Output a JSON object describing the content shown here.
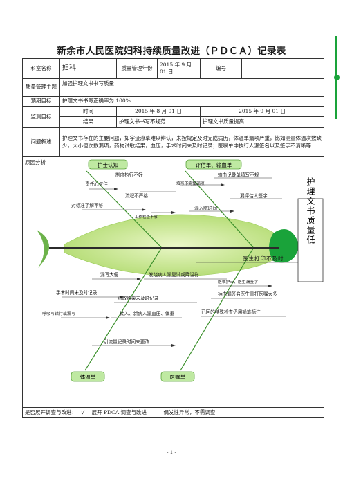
{
  "title": "新余市人民医院妇科持续质量改进（ＰＤＣＡ）记录表",
  "header": {
    "dept_label": "科室名称",
    "dept_value": "妇科",
    "month_label": "质量管理年份",
    "month_value": "2015 年 9 月 01 日",
    "number_label": "编号",
    "number_value": ""
  },
  "theme": {
    "label": "质量管理主题",
    "value": "加强护理文书书写质量"
  },
  "goal": {
    "label": "预期目标",
    "value": "护理文书书写正确率为 100%"
  },
  "monitor": {
    "label": "监测目标",
    "time_label": "时间",
    "time_start": "2015 年 8 月 01 日",
    "time_end": "2015 年 9 月 01 日",
    "result_label": "结果",
    "result_before": "护理文书书写不规范",
    "result_after": "护理文书质量提高"
  },
  "problem": {
    "label": "问题叙述",
    "text": "护理文书存在的主要问题，如字迹潦草难以辨认，未按规定及时完成病历，体温单漏项严重，比如测量体温次数缺少，大小便次数漏项，药物试敏结果，血压，手术时间未及时记录；医嘱单中执行人漏签名以及签字不清晰等"
  },
  "cause": {
    "label": "原因分析",
    "head_text": "护理文书质量低",
    "categories": {
      "nurse": "护士认知",
      "assess": "评估单、输血单",
      "temp": "体温单",
      "order": "医嘱单"
    },
    "causes": {
      "c1": "制度执行不好",
      "c2": "责任心欠佳",
      "c3": "流程不严格",
      "c4": "对标准了解不够",
      "c5": "工作检查不够",
      "c6": "填写不完整漏项",
      "c7": "输血记录单填写不规",
      "c8": "漏评估人签字",
      "c9": "漏入院时间",
      "c10": "漏写大便",
      "c11": "发烧病人漏复试或降温符",
      "c12": "手术时间未及时记录",
      "c13": "药敏结果未及时记录",
      "c14": "呼吸写错行或漏写",
      "c15": "转入、新病人漏血压、体重",
      "c16": "引流量记录时间未更改",
      "c17": "医生打印不及时",
      "c18": "医嘱护士、医生漏签字",
      "c19": "抽血漏签名医生重打医嘱太多",
      "c20": "已回的特殊检查仍用铅笔标注"
    }
  },
  "footer": {
    "question": "是否展开调查与改进：",
    "check": "√",
    "opt1": "展开 PDCA 调查与改进",
    "opt2": "偶发性异常，不需调查"
  },
  "page_number": "- 1 -",
  "colors": {
    "green": "#1aa33a",
    "light_green": "#c9e89a"
  }
}
